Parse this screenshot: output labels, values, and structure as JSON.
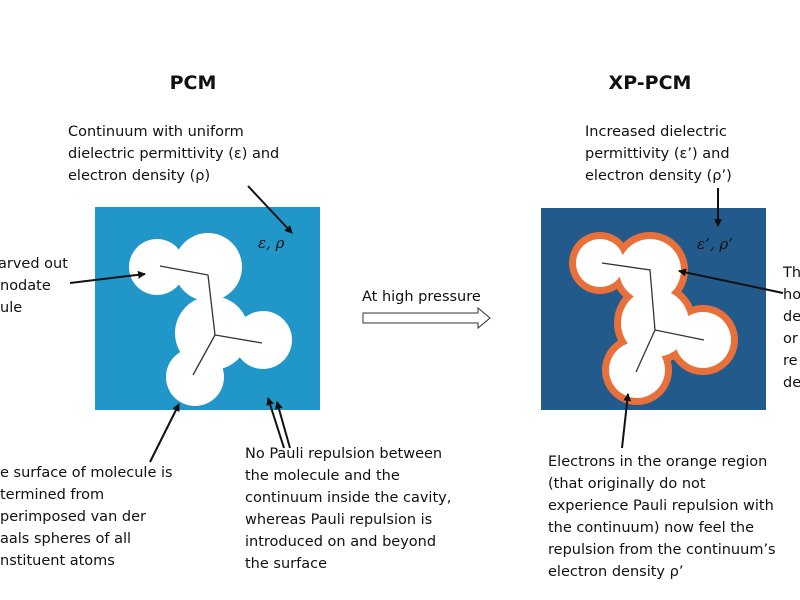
{
  "pcm": {
    "title": "PCM",
    "box_color": "#2196c9",
    "symbol": "ε, ρ",
    "top_note": [
      "Continuum with uniform",
      "dielectric permittivity (ε) and",
      "electron density (ρ)"
    ],
    "left_note": [
      "arved out",
      "nodate",
      "ule"
    ],
    "bottom_left_note": [
      "e surface of molecule is",
      "termined from",
      "perimposed van der",
      "aals spheres of all",
      "nstituent atoms"
    ],
    "bottom_right_note": [
      "No Pauli repulsion between",
      "the molecule and the",
      "continuum inside the cavity,",
      "whereas Pauli repulsion is",
      "introduced on and beyond",
      "the surface"
    ]
  },
  "transition": {
    "label": "At high pressure"
  },
  "xppcm": {
    "title": "XP-PCM",
    "box_color": "#235a8c",
    "ring_color": "#e8703a",
    "symbol": "ε’, ρ’",
    "top_note": [
      "Increased dielectric",
      "permittivity (ε’) and",
      "electron density (ρ’)"
    ],
    "right_note": [
      "Th",
      "ho",
      "de",
      "or",
      "re",
      "de"
    ],
    "bottom_note": [
      "Electrons in the orange region",
      "(that originally do not",
      "experience Pauli repulsion with",
      "the continuum) now feel the",
      "repulsion from the continuum’s",
      "electron density ρ’"
    ]
  }
}
